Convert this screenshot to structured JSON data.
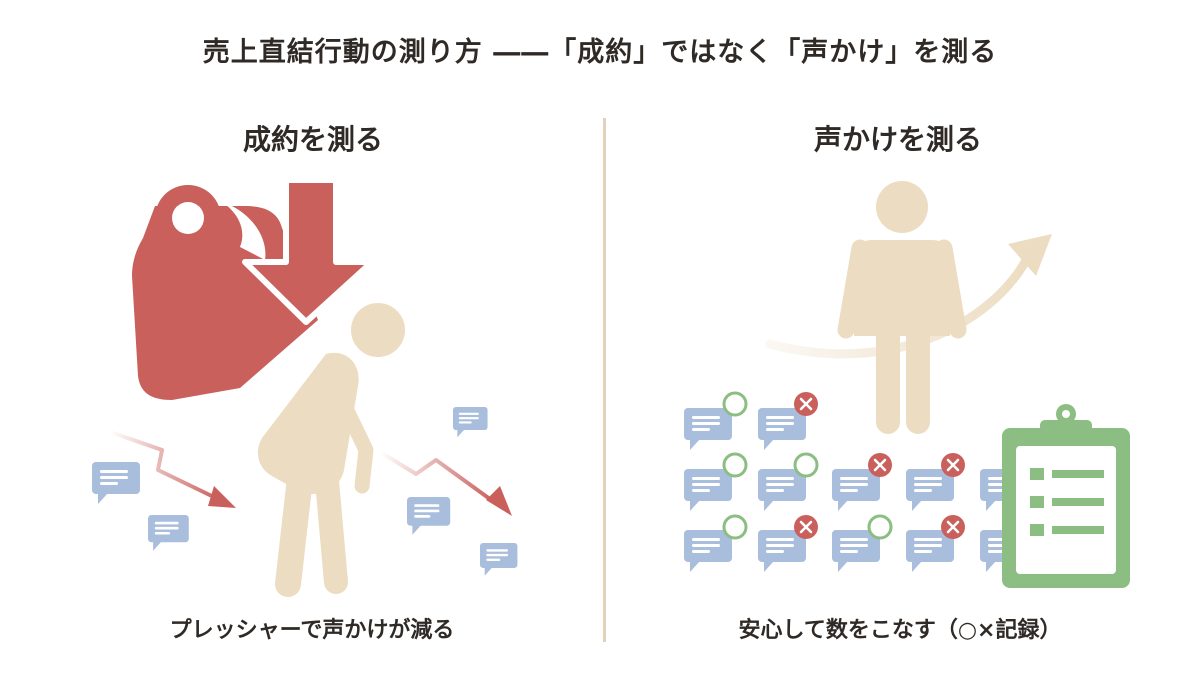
{
  "title": "売上直結行動の測り方 ――「成約」ではなく「声かけ」を測る",
  "left_panel": {
    "heading": "成約を測る",
    "caption": "プレッシャーで声かけが減る",
    "icons": [
      "weight-icon",
      "down-arrow-icon",
      "burdened-person-icon",
      "declining-trend-icon",
      "speech-bubble-icon"
    ]
  },
  "right_panel": {
    "heading": "声かけを測る",
    "caption": "安心して数をこなす（○×記録）",
    "icons": [
      "standing-person-icon",
      "rising-arrow-icon",
      "speech-bubble-icon",
      "circle-mark-icon",
      "cross-mark-icon",
      "clipboard-checklist-icon"
    ]
  },
  "colors": {
    "red": "#c9605c",
    "beige": "#ecdcc2",
    "blue": "#a9bddc",
    "green": "#8cbd82",
    "divider": "#e3d2bb",
    "text": "#2f2a26"
  }
}
